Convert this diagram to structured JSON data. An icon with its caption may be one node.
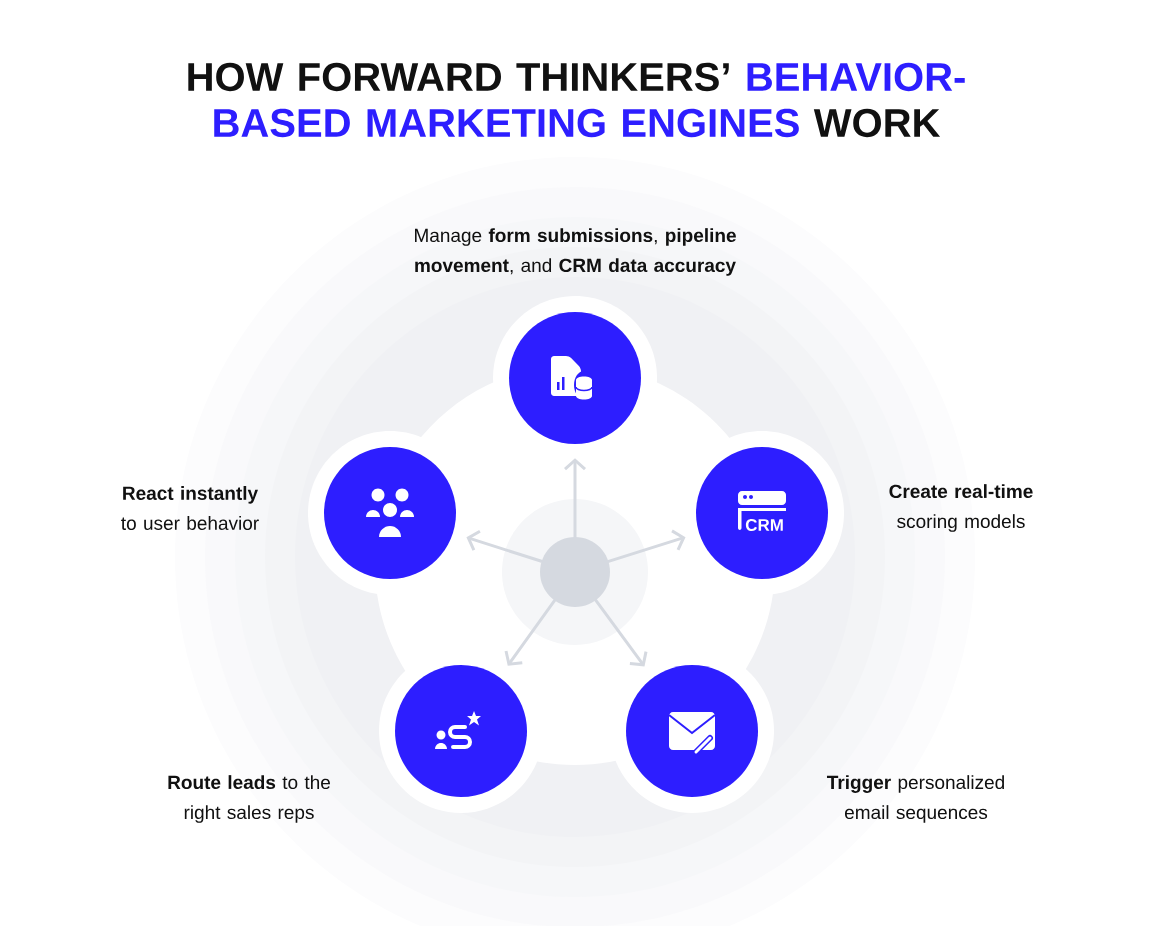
{
  "diagram": {
    "title": "HOW FORWARD THINKERS’ **BEHAVIOR-BASED MARKETING ENGINES** WORK",
    "nodes": [
      {
        "text": [],
        "shape": "circle"
      },
      {
        "text": [],
        "shape": "circle",
        "beside": [
          "Manage **form submissions**, **pipeline movement**, and **CRM data accuracy**"
        ]
      },
      {
        "text": [],
        "shape": "circle",
        "beside": [
          "**React instantly** to user behavior"
        ]
      },
      {
        "text": [],
        "shape": "circle",
        "beside": [
          "**Create real-time** scoring models"
        ]
      },
      {
        "text": [],
        "shape": "circle",
        "beside": [
          "**Route leads** to the right sales reps"
        ]
      },
      {
        "text": [],
        "shape": "circle",
        "beside": [
          "**Trigger** personalized email sequences"
        ]
      }
    ],
    "edges": [
      {
        "from": 0,
        "to": 1,
        "arrow": "to"
      },
      {
        "from": 0,
        "to": 2,
        "arrow": "to"
      },
      {
        "from": 0,
        "to": 3,
        "arrow": "to"
      },
      {
        "from": 0,
        "to": 4,
        "arrow": "to"
      },
      {
        "from": 0,
        "to": 5,
        "arrow": "to"
      }
    ],
    "labels": [
      "CRM"
    ]
  }
}
